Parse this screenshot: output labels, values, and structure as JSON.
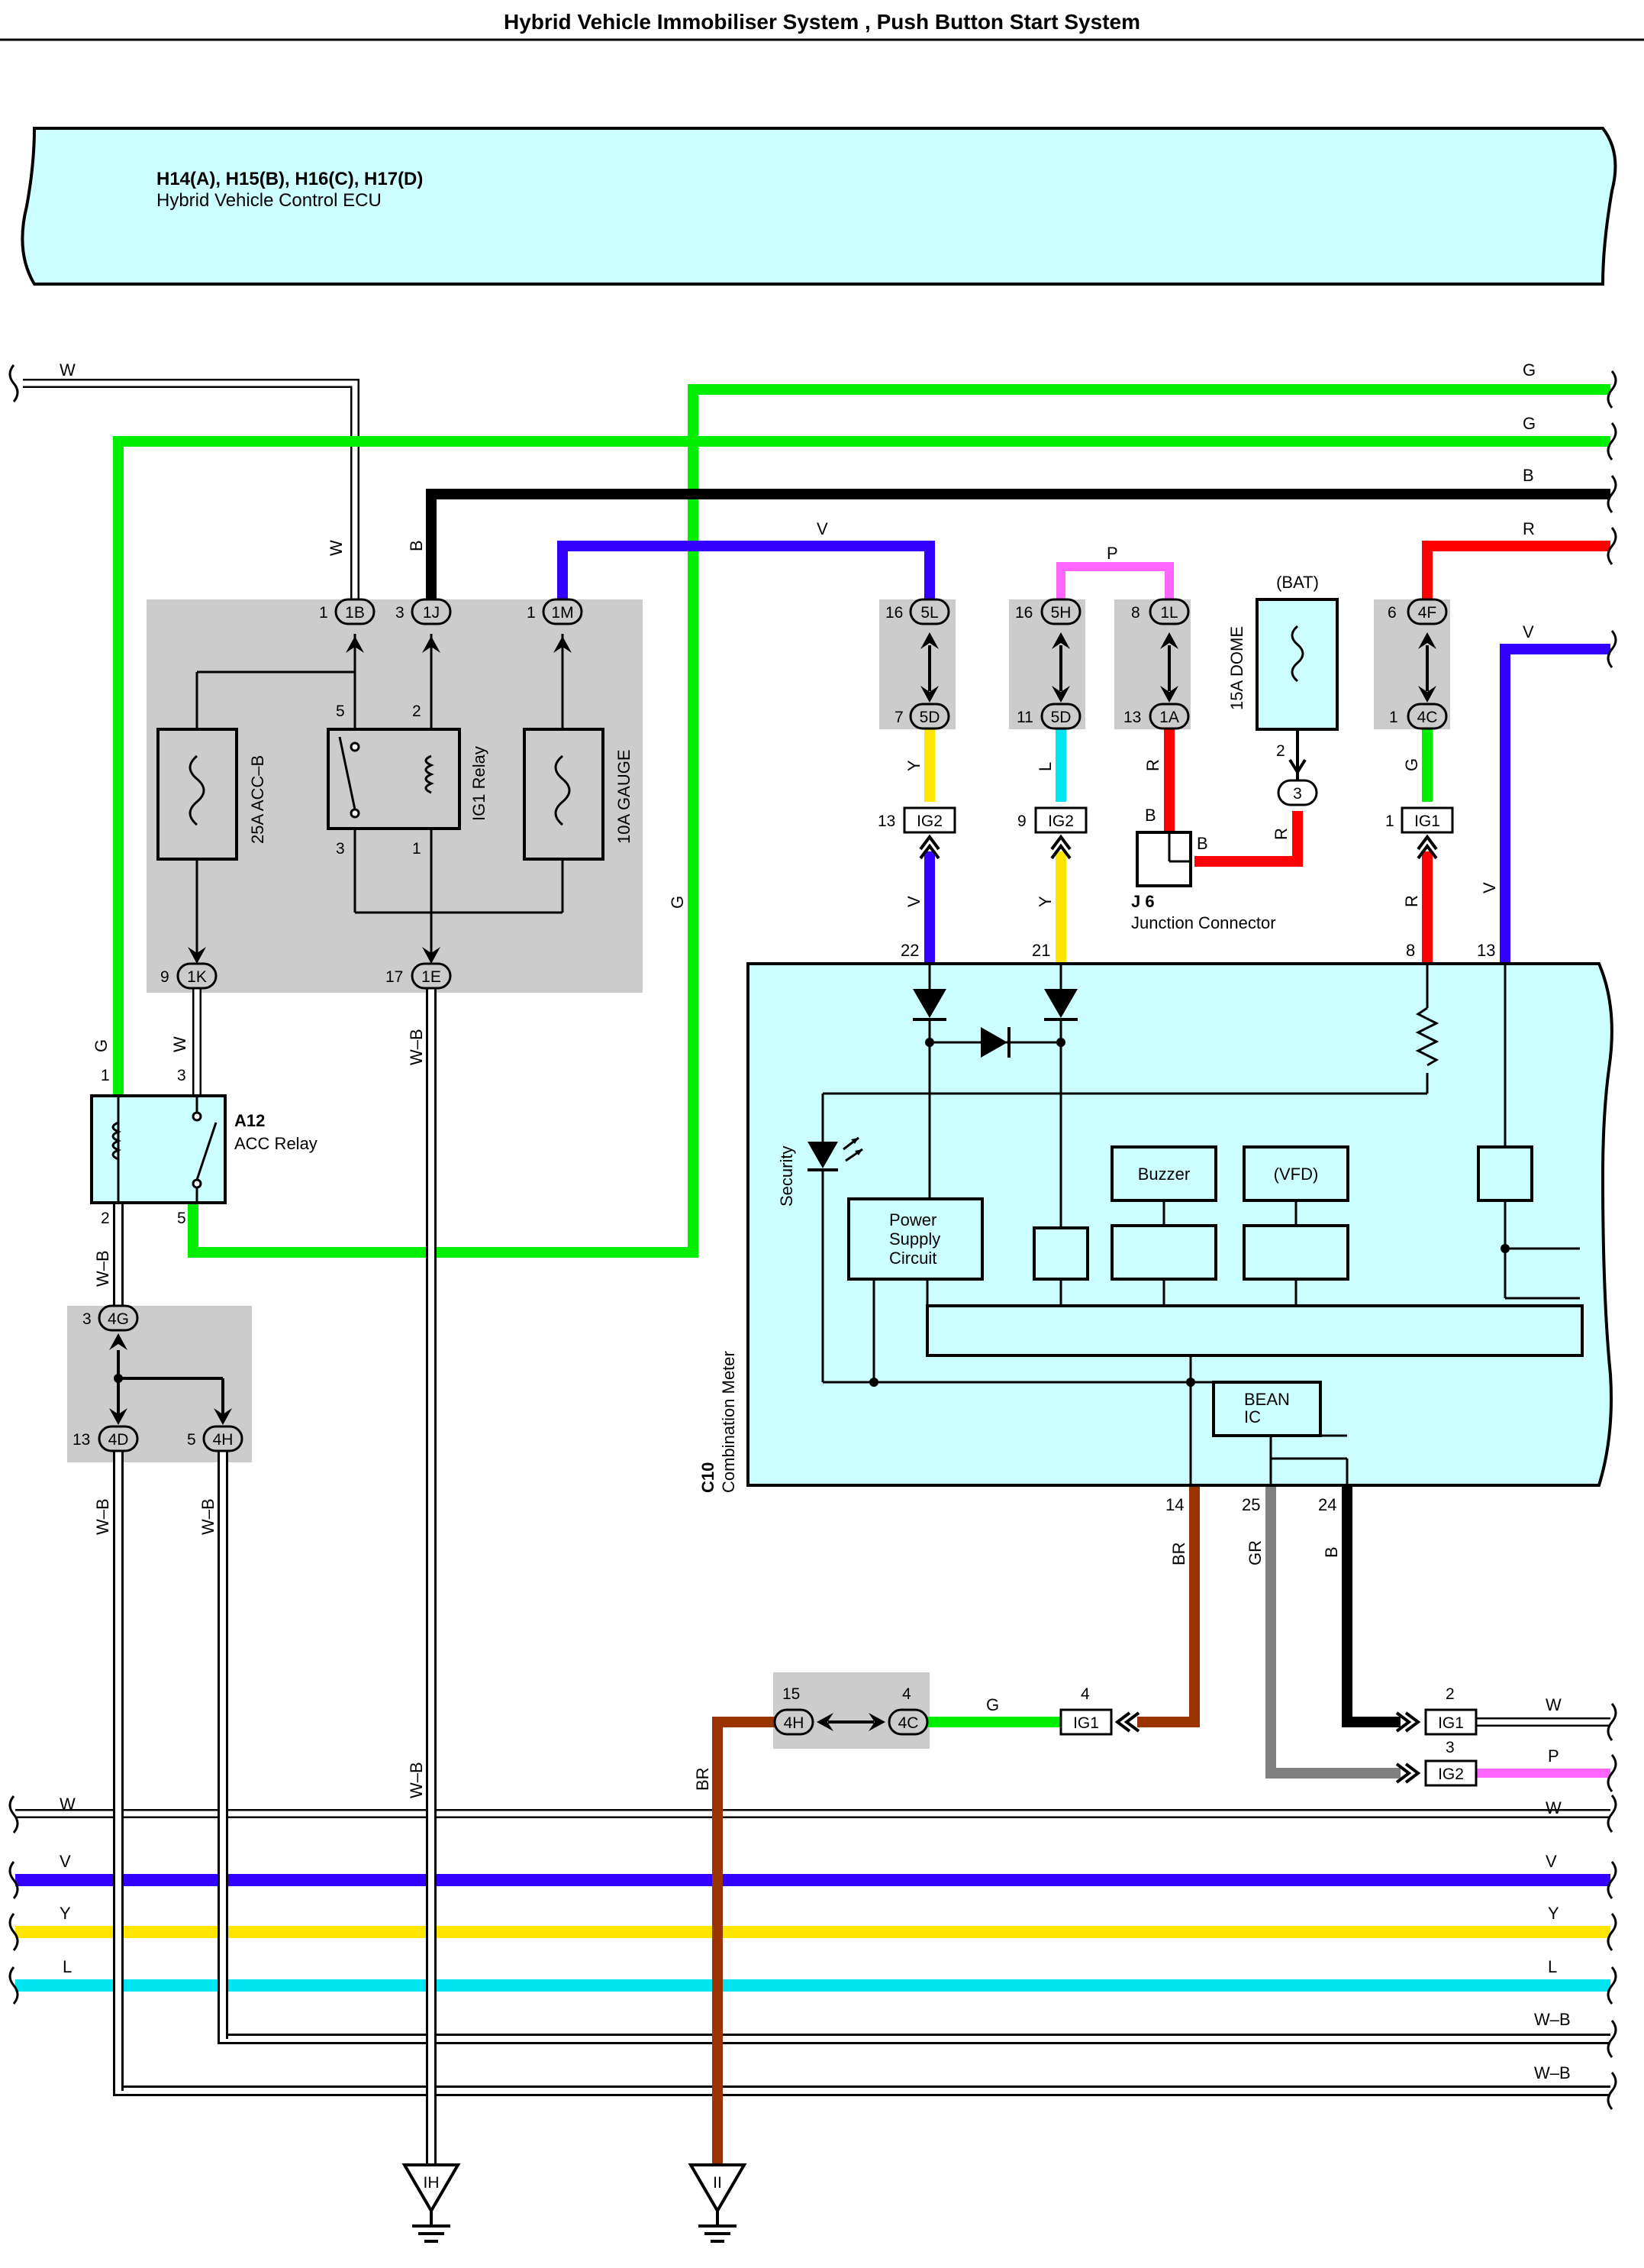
{
  "title": "Hybrid Vehicle Immobiliser System , Push Button Start System",
  "ecu": {
    "ref": "H14(A), H15(B), H16(C), H17(D)",
    "name": "Hybrid Vehicle Control ECU"
  },
  "junction_block": {
    "fuse_acc": "25A ACC–B",
    "relay_ig1": "IG1 Relay",
    "fuse_gauge": "10A GAUGE",
    "connectors": [
      "1B",
      "1J",
      "1M",
      "1K",
      "1E"
    ],
    "pins": {
      "1B": "1",
      "1J": "3",
      "1M": "1",
      "1K": "9",
      "1E": "17",
      "relay_5": "5",
      "relay_2": "2",
      "relay_3": "3",
      "relay_1": "1"
    }
  },
  "acc_relay": {
    "ref": "A12",
    "name": "ACC Relay",
    "pins": [
      "1",
      "3",
      "2",
      "5"
    ]
  },
  "junction_connector": {
    "ref": "J 6",
    "name": "Junction Connector"
  },
  "dome_fuse": {
    "name": "15A DOME",
    "supply": "(BAT)",
    "pins": [
      "2",
      "3"
    ]
  },
  "meter": {
    "ref": "C10",
    "name": "Combination Meter",
    "security": "Security",
    "power_supply": [
      "Power",
      "Supply",
      "Circuit"
    ],
    "buzzer": "Buzzer",
    "vfd": "(VFD)",
    "bean": [
      "BEAN",
      "IC"
    ],
    "pins": [
      "22",
      "21",
      "8",
      "13",
      "14",
      "25",
      "24"
    ]
  },
  "connectors": {
    "5L": "5L",
    "5D": "5D",
    "5H": "5H",
    "5D2": "5D",
    "1L": "1L",
    "1A": "1A",
    "4F": "4F",
    "4C": "4C",
    "4G": "4G",
    "4D": "4D",
    "4H": "4H",
    "4H2": "4H",
    "4C2": "4C",
    "ig2": "IG2",
    "ig1": "IG1"
  },
  "conn_pins": {
    "p16a": "16",
    "p7": "7",
    "p16b": "16",
    "p11": "11",
    "p8": "8",
    "p13a": "13",
    "p6": "6",
    "p1a": "1",
    "p13b": "13",
    "p9": "9",
    "p1b": "1",
    "p2": "2",
    "p3g": "3",
    "p13c": "13",
    "p5": "5",
    "p15": "15",
    "p4a": "4",
    "p4b": "4",
    "p2b": "2",
    "p3b": "3"
  },
  "wire_colors": {
    "W": "W",
    "G": "G",
    "B": "B",
    "V": "V",
    "R": "R",
    "P": "P",
    "Y": "Y",
    "L": "L",
    "WB": "W–B",
    "BR": "BR",
    "GR": "GR"
  },
  "grounds": [
    "IH",
    "II"
  ],
  "colors": {
    "ecu_fill": "#ccffff",
    "relay_box": "#cccccc",
    "green": "#00ee00",
    "black": "#000000",
    "violet": "#3300ff",
    "pink": "#ff66ff",
    "red": "#ff0000",
    "yellow": "#ffe600",
    "cyan": "#00e5f0",
    "brown": "#993300",
    "gray": "#808080"
  }
}
